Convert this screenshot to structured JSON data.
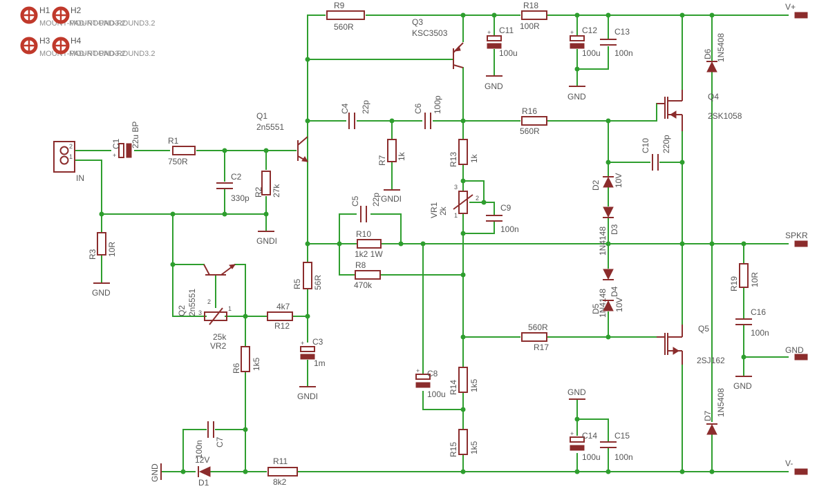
{
  "mounting_holes": [
    {
      "name": "H1",
      "label": "MOUNT-PAD-ROUND3.2"
    },
    {
      "name": "H2",
      "label": "MOUNT-PAD-ROUND3.2"
    },
    {
      "name": "H3",
      "label": "MOUNT-PAD-ROUND3.2"
    },
    {
      "name": "H4",
      "label": "MOUNT-PAD-ROUND3.2"
    }
  ],
  "nets": {
    "vplus": "V+",
    "vminus": "V-",
    "spkr": "SPKR",
    "gnd": "GND",
    "gndi": "GNDI",
    "in": "IN"
  },
  "connector": {
    "pin2": "2",
    "pin1": "1"
  },
  "components": {
    "C1": {
      "name": "C1",
      "value": "22u BP"
    },
    "R1": {
      "name": "R1",
      "value": "750R"
    },
    "C2": {
      "name": "C2",
      "value": "330p"
    },
    "R2": {
      "name": "R2",
      "value": "27k"
    },
    "R3": {
      "name": "R3",
      "value": "10R"
    },
    "Q1": {
      "name": "Q1",
      "value": "2n5551"
    },
    "Q2": {
      "name": "Q2",
      "value": "2n5551"
    },
    "VR2": {
      "name": "VR2",
      "value": "25k"
    },
    "R12": {
      "name": "R12",
      "value": "4k7"
    },
    "R6": {
      "name": "R6",
      "value": "1k5"
    },
    "C7": {
      "name": "C7",
      "value": "100n"
    },
    "D1": {
      "name": "D1",
      "value": "12V"
    },
    "R11": {
      "name": "R11",
      "value": "8k2"
    },
    "R5": {
      "name": "R5",
      "value": "56R"
    },
    "C3": {
      "name": "C3",
      "value": "1m"
    },
    "R9": {
      "name": "R9",
      "value": "560R"
    },
    "Q3": {
      "name": "Q3",
      "value": "KSC3503"
    },
    "C4": {
      "name": "C4",
      "value": "22p"
    },
    "R7": {
      "name": "R7",
      "value": "1k"
    },
    "C6": {
      "name": "C6",
      "value": "100p"
    },
    "C5": {
      "name": "C5",
      "value": "22p"
    },
    "R10": {
      "name": "R10",
      "value": "1k2 1W"
    },
    "R8": {
      "name": "R8",
      "value": "470k"
    },
    "C8": {
      "name": "C8",
      "value": "100u"
    },
    "R13": {
      "name": "R13",
      "value": "1k"
    },
    "VR1": {
      "name": "VR1",
      "value": "2k"
    },
    "C9": {
      "name": "C9",
      "value": "100n"
    },
    "R14": {
      "name": "R14",
      "value": "1k5"
    },
    "R15": {
      "name": "R15",
      "value": "1k5"
    },
    "C11": {
      "name": "C11",
      "value": "100u"
    },
    "R18": {
      "name": "R18",
      "value": "100R"
    },
    "C12": {
      "name": "C12",
      "value": "100u"
    },
    "C13": {
      "name": "C13",
      "value": "100n"
    },
    "R16": {
      "name": "R16",
      "value": "560R"
    },
    "R17": {
      "name": "R17",
      "value": "560R"
    },
    "C10": {
      "name": "C10",
      "value": "220p"
    },
    "D2": {
      "name": "D2",
      "value": "10V"
    },
    "D3": {
      "name": "D3",
      "value": "1N4148"
    },
    "D4": {
      "name": "D4",
      "value": "1N4148"
    },
    "D5": {
      "name": "D5",
      "value": "10V"
    },
    "Q4": {
      "name": "Q4",
      "value": "2SK1058"
    },
    "Q5": {
      "name": "Q5",
      "value": "2SJ162"
    },
    "D6": {
      "name": "D6",
      "value": "1N5408"
    },
    "D7": {
      "name": "D7",
      "value": "1N5408"
    },
    "R19": {
      "name": "R19",
      "value": "10R"
    },
    "C16": {
      "name": "C16",
      "value": "100n"
    },
    "C14": {
      "name": "C14",
      "value": "100u"
    },
    "C15": {
      "name": "C15",
      "value": "100n"
    }
  },
  "pins": {
    "q2_1": "1",
    "q2_2": "2",
    "q2_3": "3",
    "vr1_1": "1",
    "vr1_2": "2",
    "vr1_3": "3"
  }
}
